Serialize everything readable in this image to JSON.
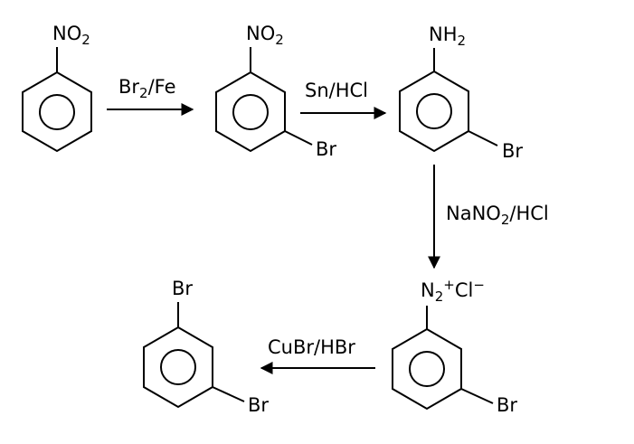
{
  "reagents": {
    "step1": [
      "Br",
      "2",
      "/Fe"
    ],
    "step2": "Sn/HCl",
    "step3": [
      "NaNO",
      "2",
      "/HCl"
    ],
    "step4": "CuBr/HBr"
  },
  "substituents": {
    "nitro": [
      "NO",
      "2"
    ],
    "amino": [
      "NH",
      "2"
    ],
    "bromo": "Br",
    "diazonium": [
      "N",
      "2",
      "+",
      "Cl",
      "−"
    ]
  }
}
